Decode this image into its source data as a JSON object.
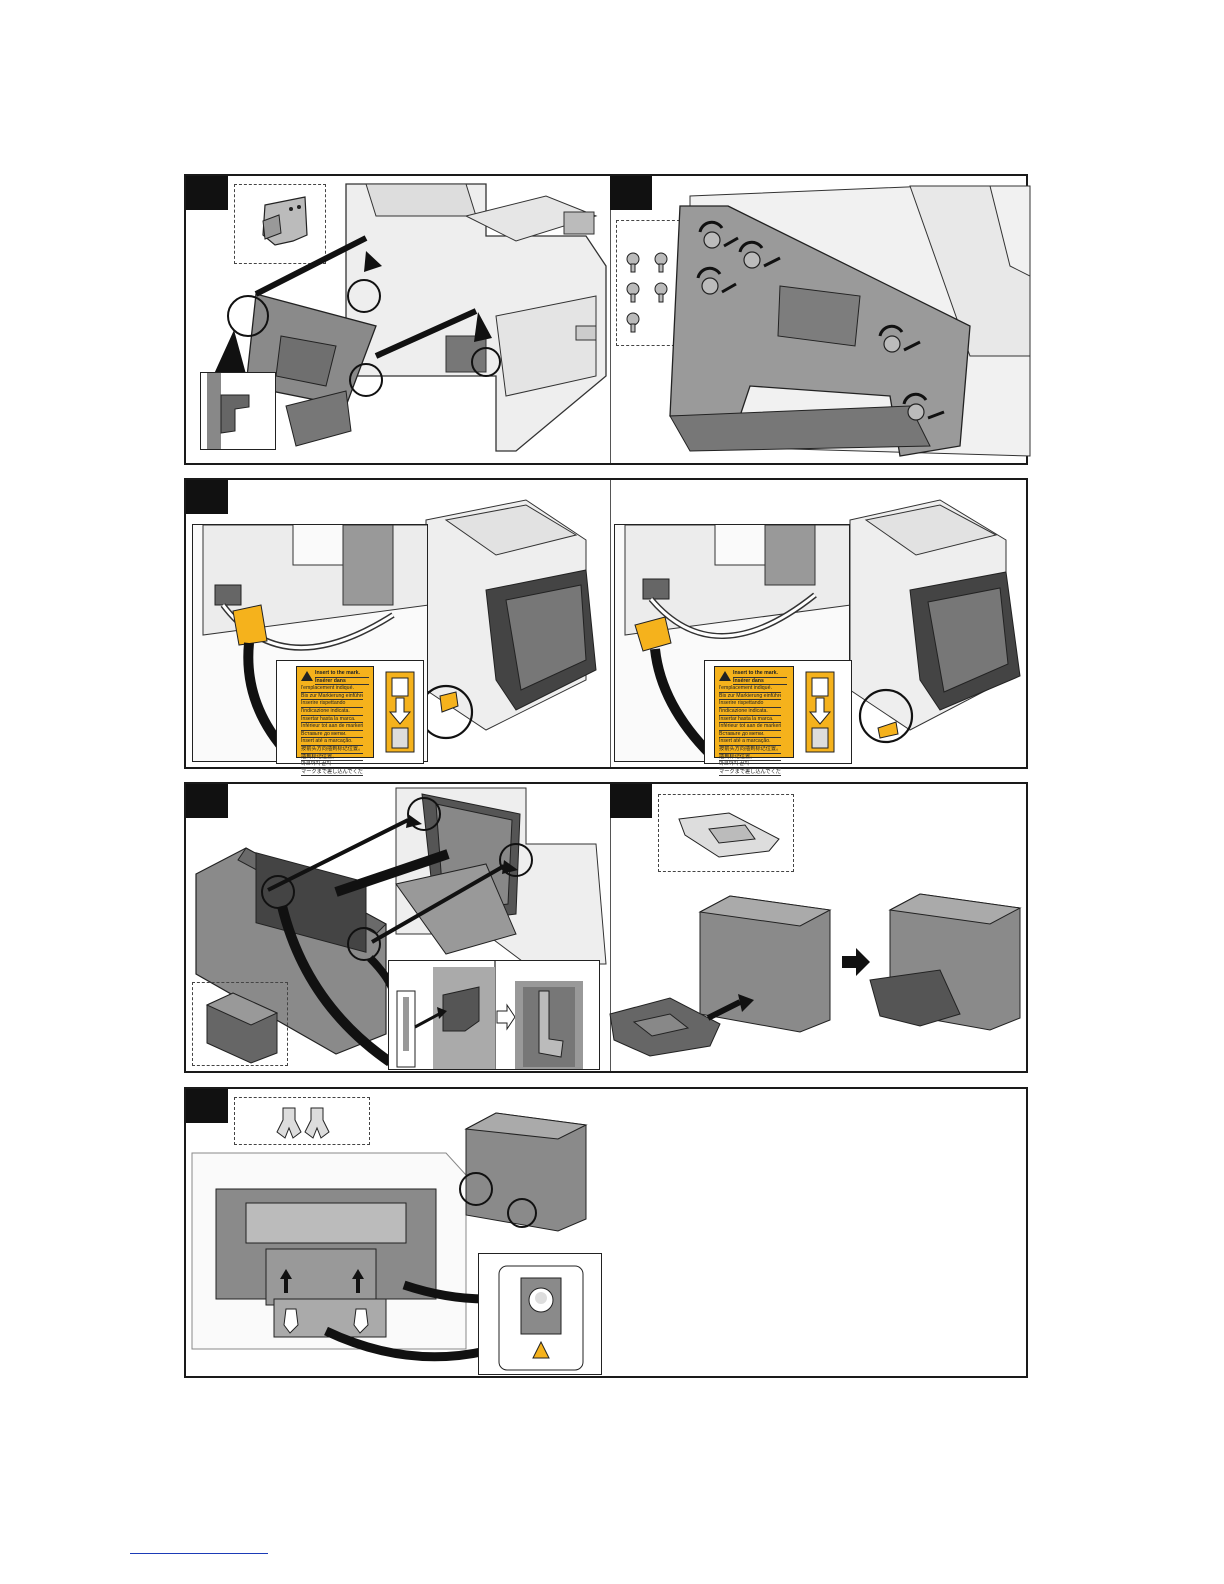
{
  "label": {
    "lines": [
      "Insert to the mark.",
      "Insérer dans",
      "l'emplacement indiqué.",
      "Bis zur Markierung einführen.",
      "Inserire rispettando",
      "l'indicazione indicata.",
      "Insertar hasta la marca.",
      "Inférieur tot aan de markering.",
      "Вставьте до метки.",
      "Insert até a marcação.",
      "按箭头方向插到标记位置。",
      "插到标记位置。",
      "마크까지 끝지",
      "マークまで差し込んでください。"
    ]
  },
  "colors": {
    "accent": "#f5b21c",
    "frame": "#1a1a1a",
    "machine_gray": "#8a8a8a"
  }
}
